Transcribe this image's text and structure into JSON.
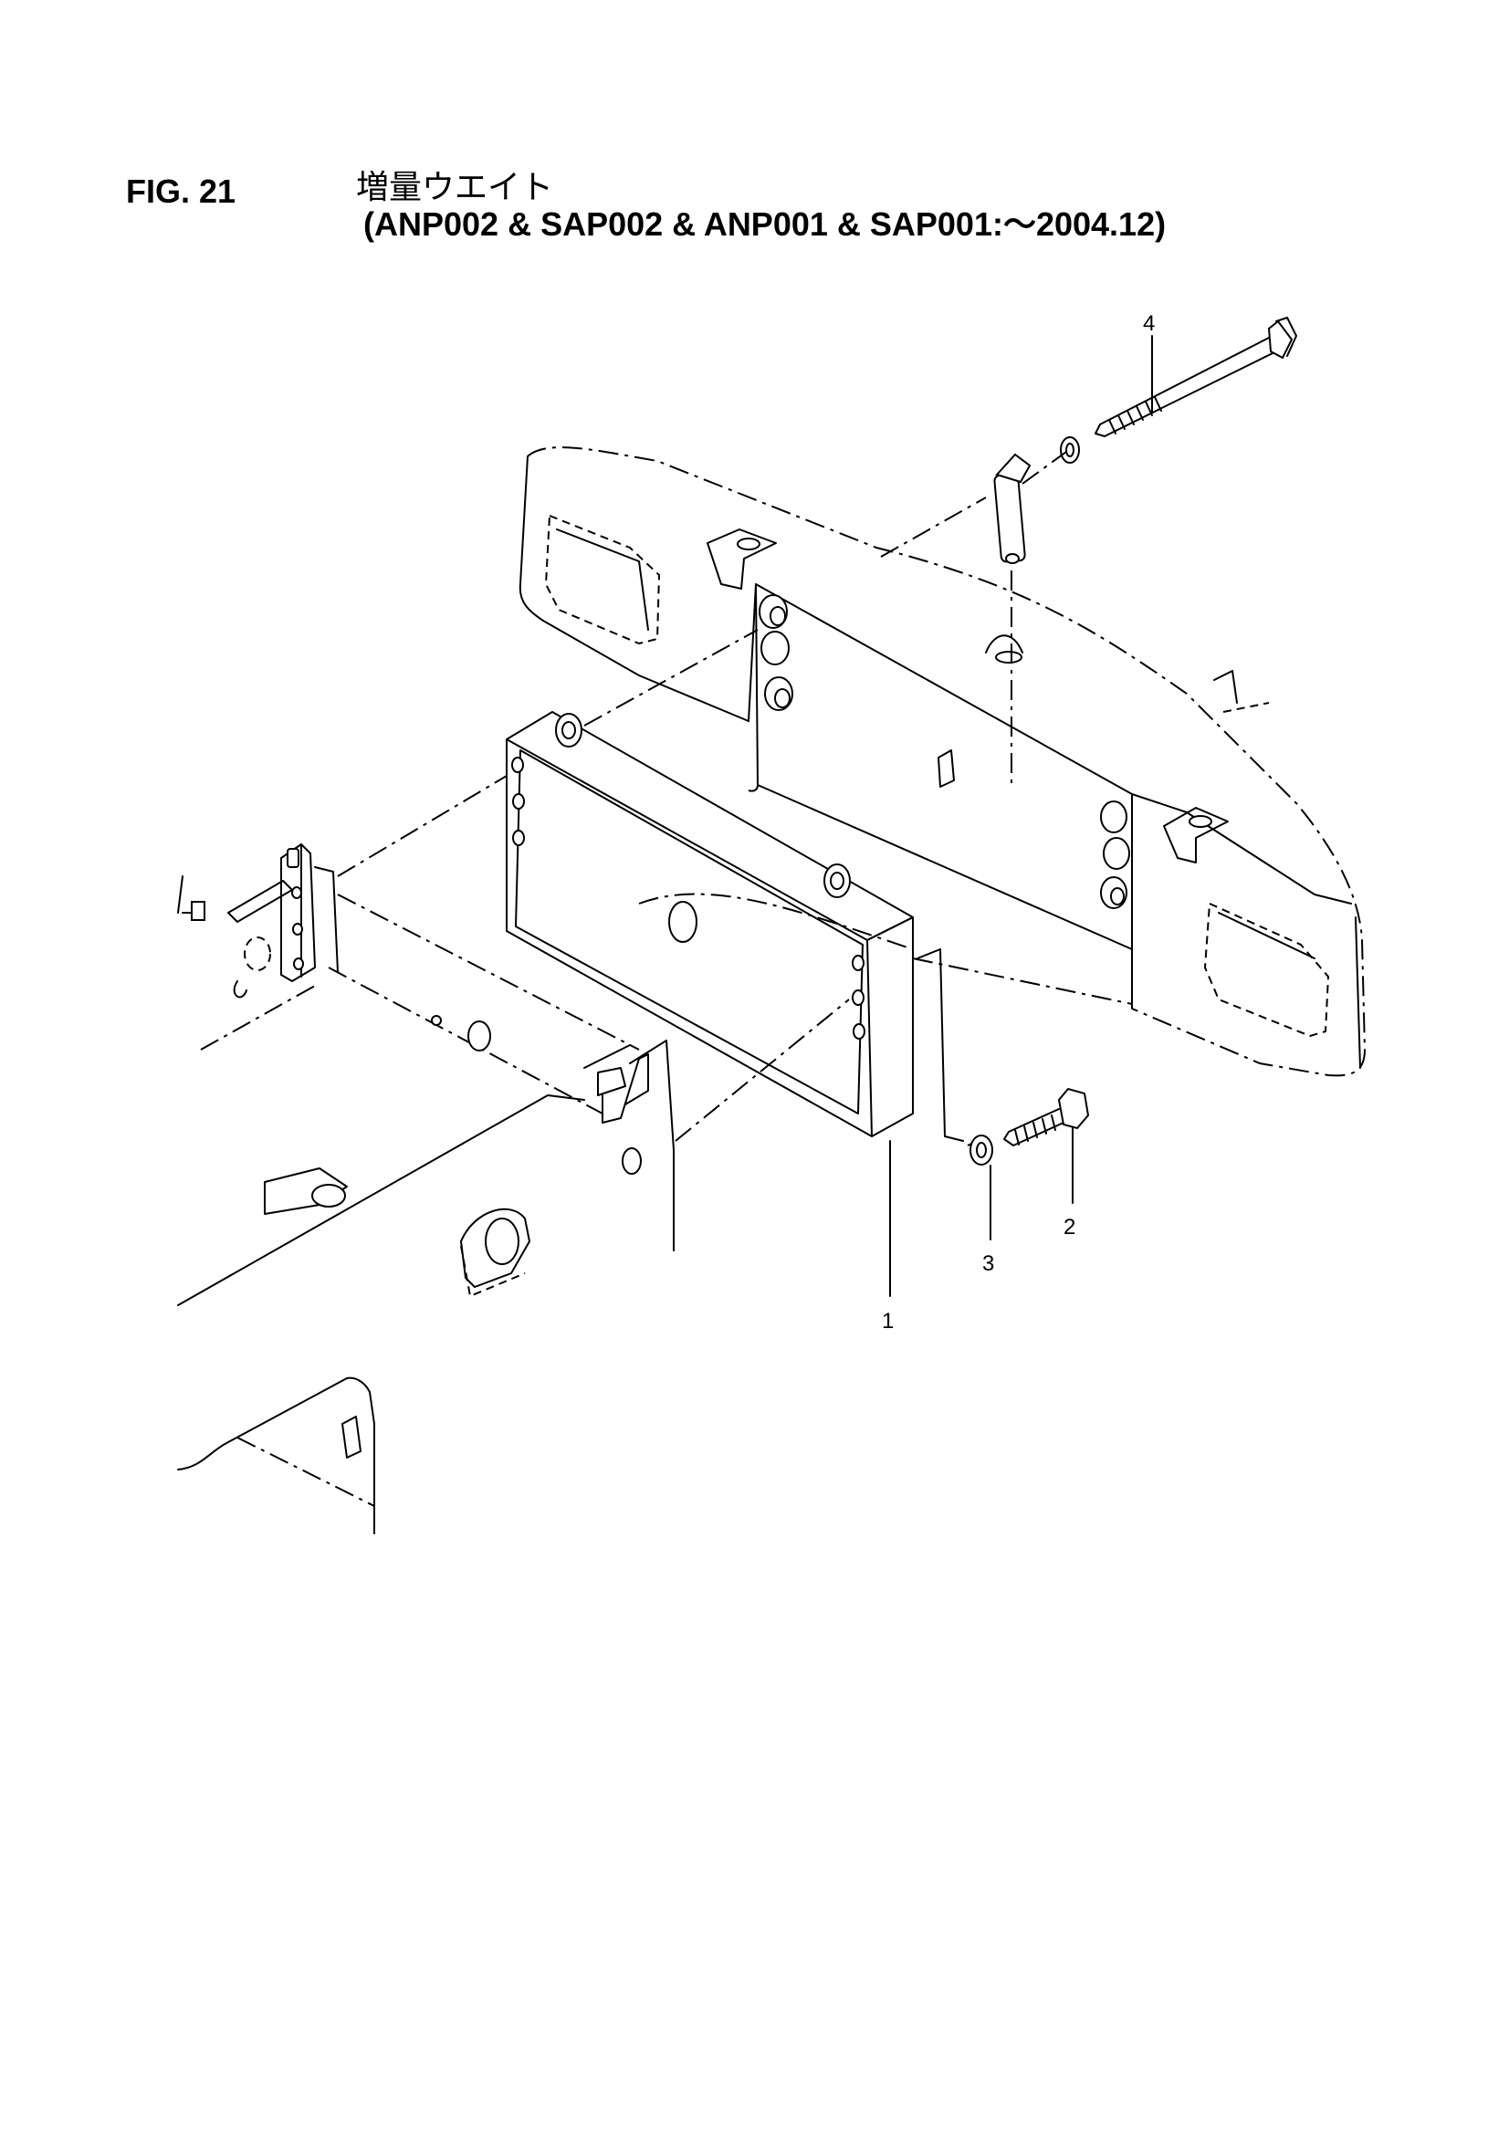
{
  "header": {
    "figure": "FIG. 21",
    "title": "増量ウエイト",
    "models": "(ANP002 & SAP002 & ANP001 & SAP001:〜2004.12)"
  },
  "callouts": [
    "1",
    "2",
    "3",
    "4"
  ]
}
